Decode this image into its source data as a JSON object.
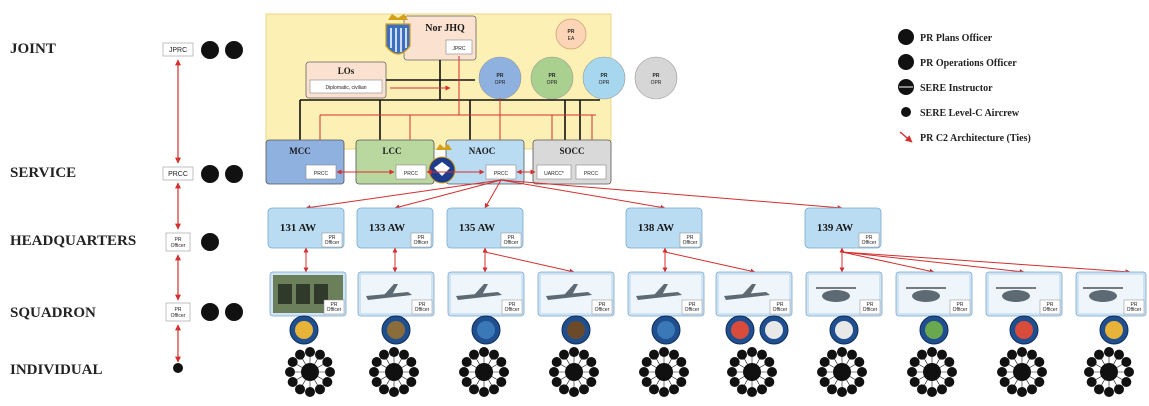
{
  "levels": [
    "JOINT",
    "SERVICE",
    "HEADQUARTERS",
    "SQUADRON",
    "INDIVIDUAL"
  ],
  "left_chain": {
    "jprc": "JPRC",
    "prcc": "PRCC",
    "pr_officer": "PR Officer",
    "pr_abbr": "PR"
  },
  "joint": {
    "hq_title": "Nor JHQ",
    "jprc": "JPRC",
    "pr_ea": "PR EA",
    "pr": "PR",
    "ea": "EA",
    "los_title": "LOs",
    "los_sub": "Diplomatic, civilian",
    "opr_circles": [
      {
        "top": "PR",
        "bottom": "OPR",
        "color": "#8fb1e0"
      },
      {
        "top": "PR",
        "bottom": "OPR",
        "color": "#a9d08e"
      },
      {
        "top": "PR",
        "bottom": "OPR",
        "color": "#a6d7ee"
      },
      {
        "top": "PR",
        "bottom": "OPR",
        "color": "#d6d6d6"
      }
    ]
  },
  "service": {
    "mcc": "MCC",
    "lcc": "LCC",
    "naoc": "NAOC",
    "socc": "SOCC",
    "prcc": "PRCC",
    "uarcc": "UARCC*"
  },
  "wings": [
    "131 AW",
    "133 AW",
    "135 AW",
    "138 AW",
    "139 AW"
  ],
  "pr_officer_top": "PR",
  "pr_officer_bottom": "Officer",
  "legend": [
    {
      "icon": "pr-plans-officer-icon",
      "label": "PR Plans Officer"
    },
    {
      "icon": "pr-operations-officer-icon",
      "label": "PR Operations Officer"
    },
    {
      "icon": "sere-instructor-icon",
      "label": "SERE Instructor"
    },
    {
      "icon": "sere-level-c-aircrew-icon",
      "label": "SERE Level-C Aircrew"
    },
    {
      "icon": "c2-tie-arrow-icon",
      "label": "PR C2 Architecture (Ties)"
    }
  ],
  "colors": {
    "joint_bg": "#fdf0b4",
    "tie_red": "#d32f2f",
    "wing_blue": "#b9dcf2",
    "mcc": "#8fb1e0",
    "lcc": "#b8d8a0",
    "naoc": "#b9dcf2",
    "socc": "#d9d9d9"
  }
}
